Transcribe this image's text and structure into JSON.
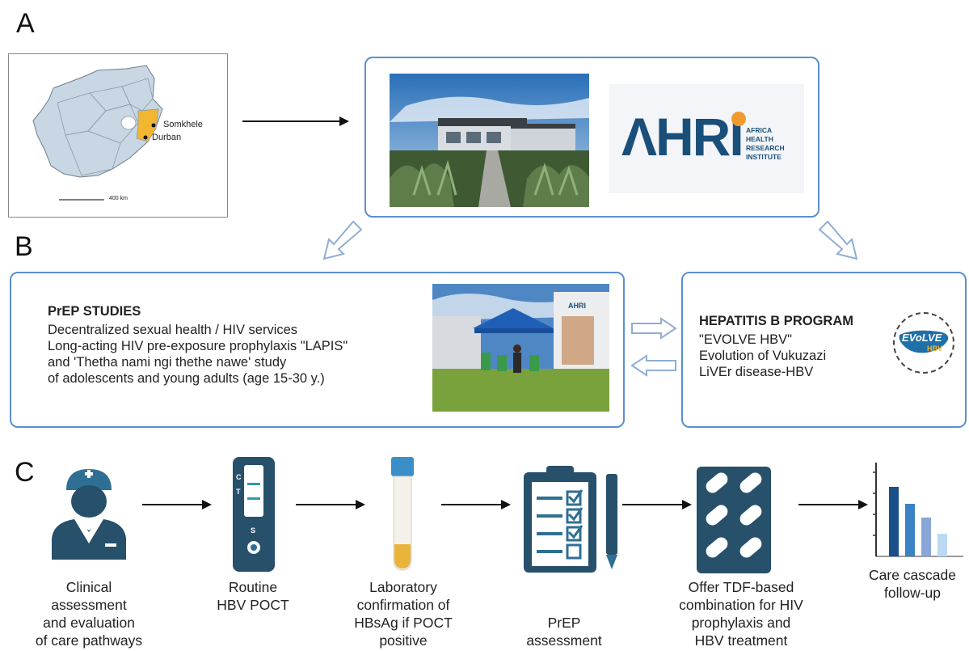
{
  "panels": {
    "a": "A",
    "b": "B",
    "c": "C"
  },
  "map": {
    "label_somkhele": "Somkhele",
    "label_durban": "Durban",
    "scale_label": "400 km"
  },
  "ahri": {
    "logo_text": "ΛHRI",
    "subtitle_lines": [
      "AFRICA",
      "HEALTH",
      "RESEARCH",
      "INSTITUTE"
    ]
  },
  "prep": {
    "title": "PrEP STUDIES",
    "lines": [
      "Decentralized sexual health / HIV services",
      "Long-acting HIV pre-exposure prophylaxis \"LAPIS\"",
      "and 'Thetha nami ngi thethe nawe' study",
      "of adolescents and young adults (age 15-30 y.)"
    ],
    "photo_tag": "AHRI"
  },
  "hbv": {
    "title": "HEPATITIS B PROGRAM",
    "lines": [
      "\"EVOLVE HBV\"",
      "Evolution of Vukuzazi",
      "LiVEr disease-HBV"
    ],
    "logo_main": "EVoLVE",
    "logo_sub": "HBV"
  },
  "steps": [
    {
      "label_lines": [
        "Clinical",
        "assessment",
        "and evaluation",
        "of care pathways"
      ]
    },
    {
      "label_lines": [
        "Routine",
        "HBV POCT"
      ]
    },
    {
      "label_lines": [
        "Laboratory",
        "confirmation of",
        "HBsAg if POCT",
        "positive"
      ]
    },
    {
      "label_lines": [
        "PrEP",
        "assessment"
      ]
    },
    {
      "label_lines": [
        "Offer TDF-based",
        "combination for HIV",
        "prophylaxis and",
        "HBV treatment"
      ]
    },
    {
      "label_lines": [
        "Care cascade",
        "follow-up"
      ]
    }
  ],
  "test_strip": {
    "c": "C",
    "t": "T",
    "s": "S"
  },
  "colors": {
    "box_border": "#5b8fd0",
    "icon_navy": "#27506b",
    "icon_blue": "#2f6f93",
    "highlight_orange": "#f2b630",
    "map_fill": "#c9d6e3",
    "ahri_navy": "#1a4f7a",
    "ahri_orange": "#f29a2e"
  }
}
